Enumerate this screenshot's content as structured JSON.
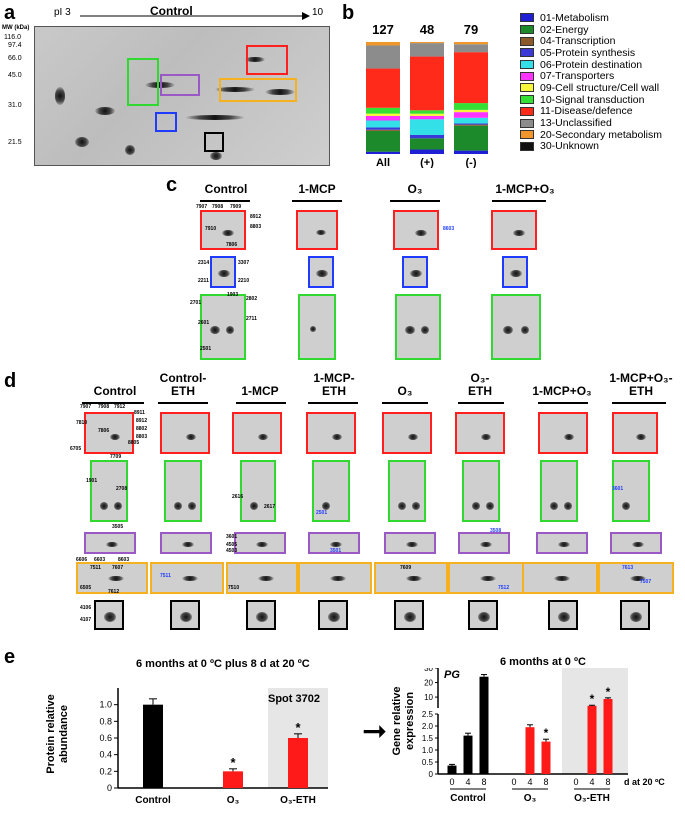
{
  "panels": {
    "a": "a",
    "b": "b",
    "c": "c",
    "d": "d",
    "e": "e"
  },
  "panel_a": {
    "ph_left": "pI 3",
    "ph_center": "Control",
    "ph_right": "10",
    "mw_label": "MW (kDa)",
    "mw_ticks": [
      "116.0",
      "97.4",
      "66.0",
      "45.0",
      "31.0",
      "21.5"
    ]
  },
  "panel_b": {
    "chart_data": {
      "type": "bar",
      "stacked": true,
      "categories": [
        "All",
        "(+)",
        "(-)"
      ],
      "totals": [
        127,
        48,
        79
      ],
      "series": [
        {
          "name": "01-Metabolism",
          "color": "#1f1fd6",
          "values": [
            2,
            4,
            3
          ]
        },
        {
          "name": "02-Energy",
          "color": "#1c8a2a",
          "values": [
            18,
            10,
            22
          ]
        },
        {
          "name": "04-Transcription",
          "color": "#8b5a2b",
          "values": [
            1,
            0,
            1
          ]
        },
        {
          "name": "05-Protein synthesis",
          "color": "#3a3ad8",
          "values": [
            2,
            3,
            1
          ]
        },
        {
          "name": "06-Protein destination",
          "color": "#33e0e8",
          "values": [
            6,
            14,
            5
          ]
        },
        {
          "name": "07-Transporters",
          "color": "#ff33ff",
          "values": [
            4,
            3,
            5
          ]
        },
        {
          "name": "09-Cell structure/Cell wall",
          "color": "#f5f53a",
          "values": [
            2,
            2,
            2
          ]
        },
        {
          "name": "10-Signal transduction",
          "color": "#35e035",
          "values": [
            5,
            3,
            6
          ]
        },
        {
          "name": "11-Disease/defence",
          "color": "#ff2a1a",
          "values": [
            34,
            48,
            45
          ]
        },
        {
          "name": "13-Unclassified",
          "color": "#8c8c8c",
          "values": [
            20,
            12,
            7
          ]
        },
        {
          "name": "20-Secondary metabolism",
          "color": "#f0962a",
          "values": [
            3,
            1,
            2
          ]
        },
        {
          "name": "30-Unknown",
          "color": "#111111",
          "values": [
            0,
            0,
            0
          ]
        }
      ],
      "ylim": [
        0,
        100
      ]
    }
  },
  "panel_c": {
    "columns": [
      "Control",
      "1-MCP",
      "O₃",
      "1-MCP+O₃"
    ],
    "spot_labels": {
      "red": [
        "7907",
        "7908",
        "7909",
        "8912",
        "7910",
        "8803",
        "7806",
        "8603"
      ],
      "blue": [
        "2314",
        "3307",
        "2211",
        "2210"
      ],
      "green": [
        "2701",
        "1903",
        "2802",
        "2711",
        "2601",
        "2501"
      ]
    }
  },
  "panel_d": {
    "columns": [
      "Control",
      "Control-\nETH",
      "1-MCP",
      "1-MCP-\nETH",
      "O₃",
      "O₃-\nETH",
      "1-MCP+O₃",
      "1-MCP+O₃-\nETH"
    ],
    "spot_labels": {
      "red": [
        "7907",
        "7908",
        "7912",
        "8911",
        "7810",
        "7806",
        "8912",
        "8802",
        "6705",
        "7709",
        "8803",
        "8805"
      ],
      "green": [
        "1901",
        "2708",
        "2616",
        "2617",
        "2501",
        "3601"
      ],
      "purple": [
        "3505",
        "3601",
        "3501",
        "3508",
        "4505",
        "4503"
      ],
      "orange": [
        "6606",
        "7511",
        "7607",
        "6603",
        "8603",
        "7511",
        "6505",
        "7612",
        "7510",
        "7507",
        "7609",
        "7613",
        "7512"
      ],
      "black": [
        "4106",
        "4107"
      ]
    }
  },
  "panel_e": {
    "left": {
      "title": "6 months at 0 ºC plus 8 d at 20 ºC",
      "spot": "Spot 3702",
      "ylabel_line1": "Protein relative",
      "ylabel_line2": "abundance",
      "yticks": [
        "0",
        "0.2",
        "0.4",
        "0.6",
        "0.8",
        "1.0"
      ],
      "chart_data": {
        "type": "bar",
        "categories": [
          "Control",
          "O₃",
          "O₃-ETH"
        ],
        "values": [
          1.0,
          0.2,
          0.6
        ],
        "errors": [
          0.07,
          0.03,
          0.05
        ],
        "colors": [
          "#000000",
          "#ff1a1a",
          "#ff1a1a"
        ],
        "significant": [
          false,
          true,
          true
        ],
        "ylim": [
          0,
          1.2
        ]
      }
    },
    "arrow": "➞",
    "right": {
      "title": "6 months at 0 ºC",
      "gene": "PG",
      "ylabel_line1": "Gene relative",
      "ylabel_line2": "expression",
      "yticks": [
        "0",
        "0.5",
        "1.0",
        "1.5",
        "2.0",
        "2.5",
        "10",
        "20",
        "30"
      ],
      "xlabel_suffix": "d at 20 ºC",
      "groups": [
        "Control",
        "O₃",
        "O₃-ETH"
      ],
      "chart_data": {
        "type": "bar",
        "x": [
          "0",
          "4",
          "8",
          "0",
          "4",
          "8",
          "0",
          "4",
          "8"
        ],
        "values": [
          0.35,
          1.6,
          24.0,
          0,
          1.95,
          1.35,
          0,
          4.0,
          8.7
        ],
        "errors": [
          0.05,
          0.1,
          1.5,
          0,
          0.1,
          0.1,
          0,
          0.4,
          0.8
        ],
        "colors": [
          "#000000",
          "#000000",
          "#000000",
          "#ff1a1a",
          "#ff1a1a",
          "#ff1a1a",
          "#ff1a1a",
          "#ff1a1a",
          "#ff1a1a"
        ],
        "significant": [
          false,
          false,
          false,
          false,
          false,
          true,
          false,
          true,
          true
        ]
      },
      "star": "*"
    }
  }
}
